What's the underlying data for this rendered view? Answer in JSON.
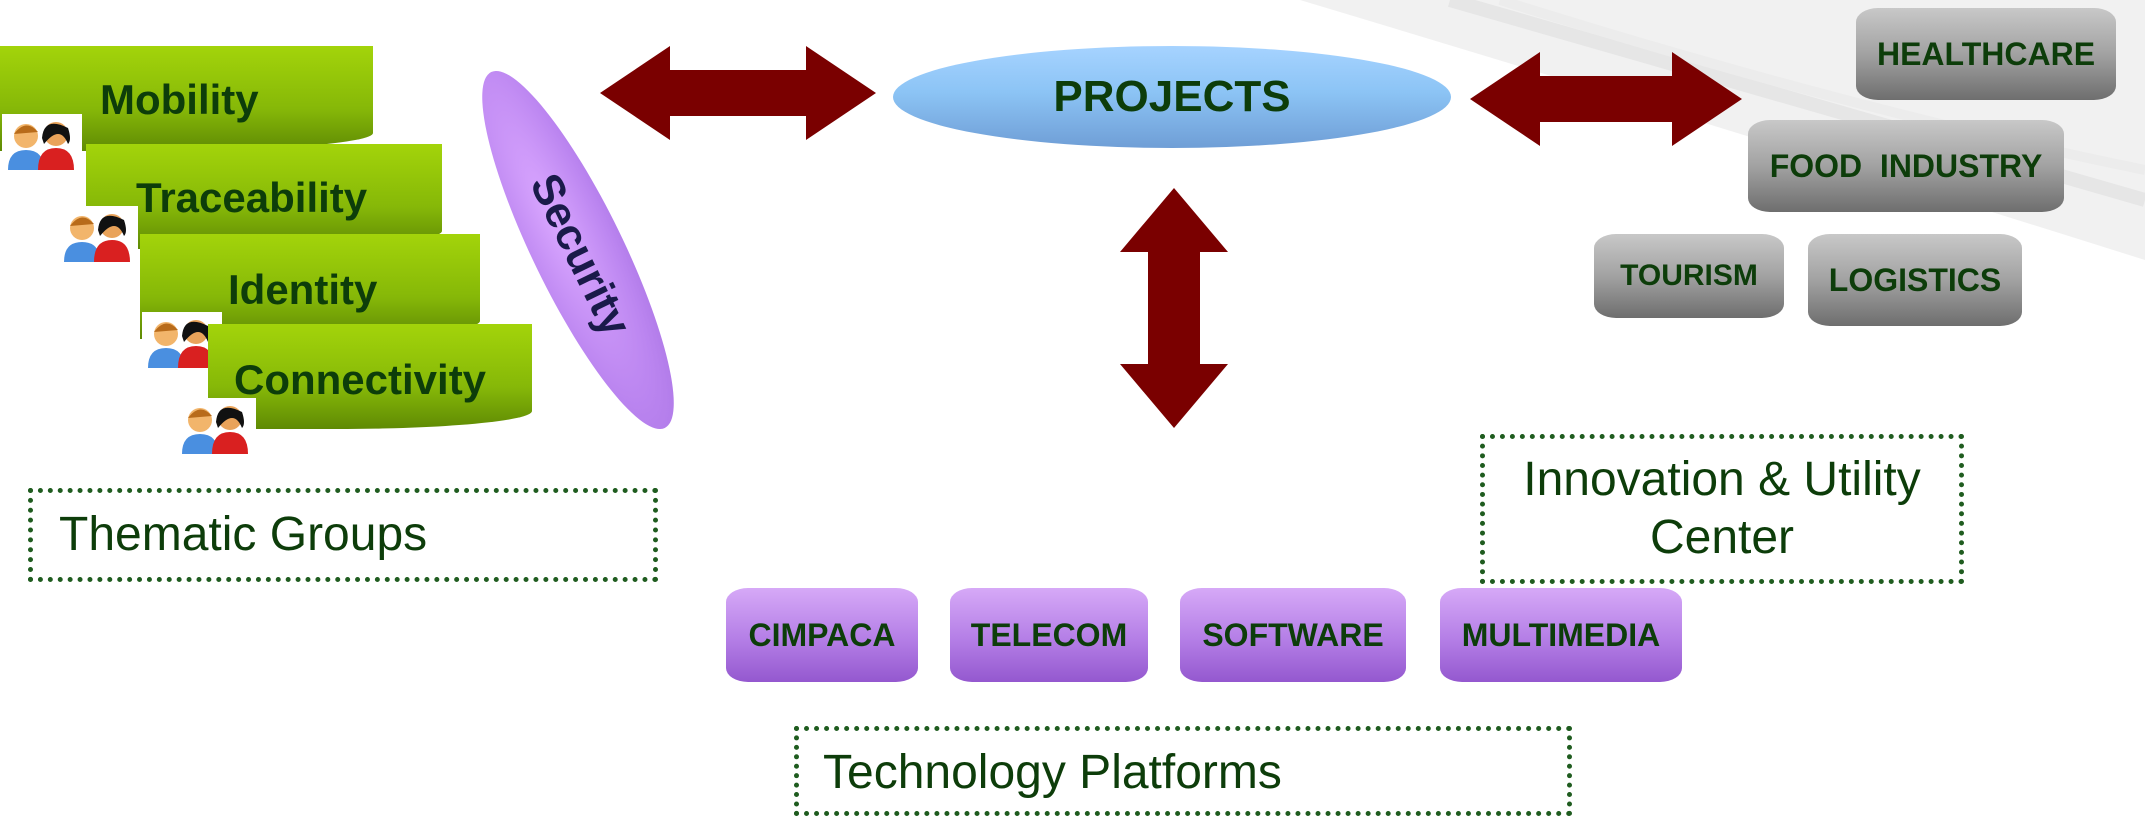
{
  "thematic_groups": {
    "items": [
      "Mobility",
      "Traceability",
      "Identity",
      "Connectivity"
    ],
    "caption": "Thematic Groups"
  },
  "security_label": "Security",
  "projects_label": "PROJECTS",
  "sectors": {
    "healthcare": "HEALTHCARE",
    "food_industry": "FOOD  INDUSTRY",
    "tourism": "TOURISM",
    "logistics": "LOGISTICS"
  },
  "innovation_center": {
    "line1": "Innovation & Utility",
    "line2": "Center"
  },
  "platforms": {
    "items": [
      "CIMPACA",
      "TELECOM",
      "SOFTWARE",
      "MULTIMEDIA"
    ],
    "caption": "Technology Platforms"
  },
  "colors": {
    "arrow": "#7a0000",
    "text_dark_green": "#0d3d0a",
    "green_box": "#8cc10a",
    "security_purple": "#bb85f0",
    "projects_blue": "#8cc4f5",
    "sector_gray": "#a2a2a2",
    "platform_purple": "#b47ee6"
  },
  "icons": [
    "people-icon"
  ]
}
